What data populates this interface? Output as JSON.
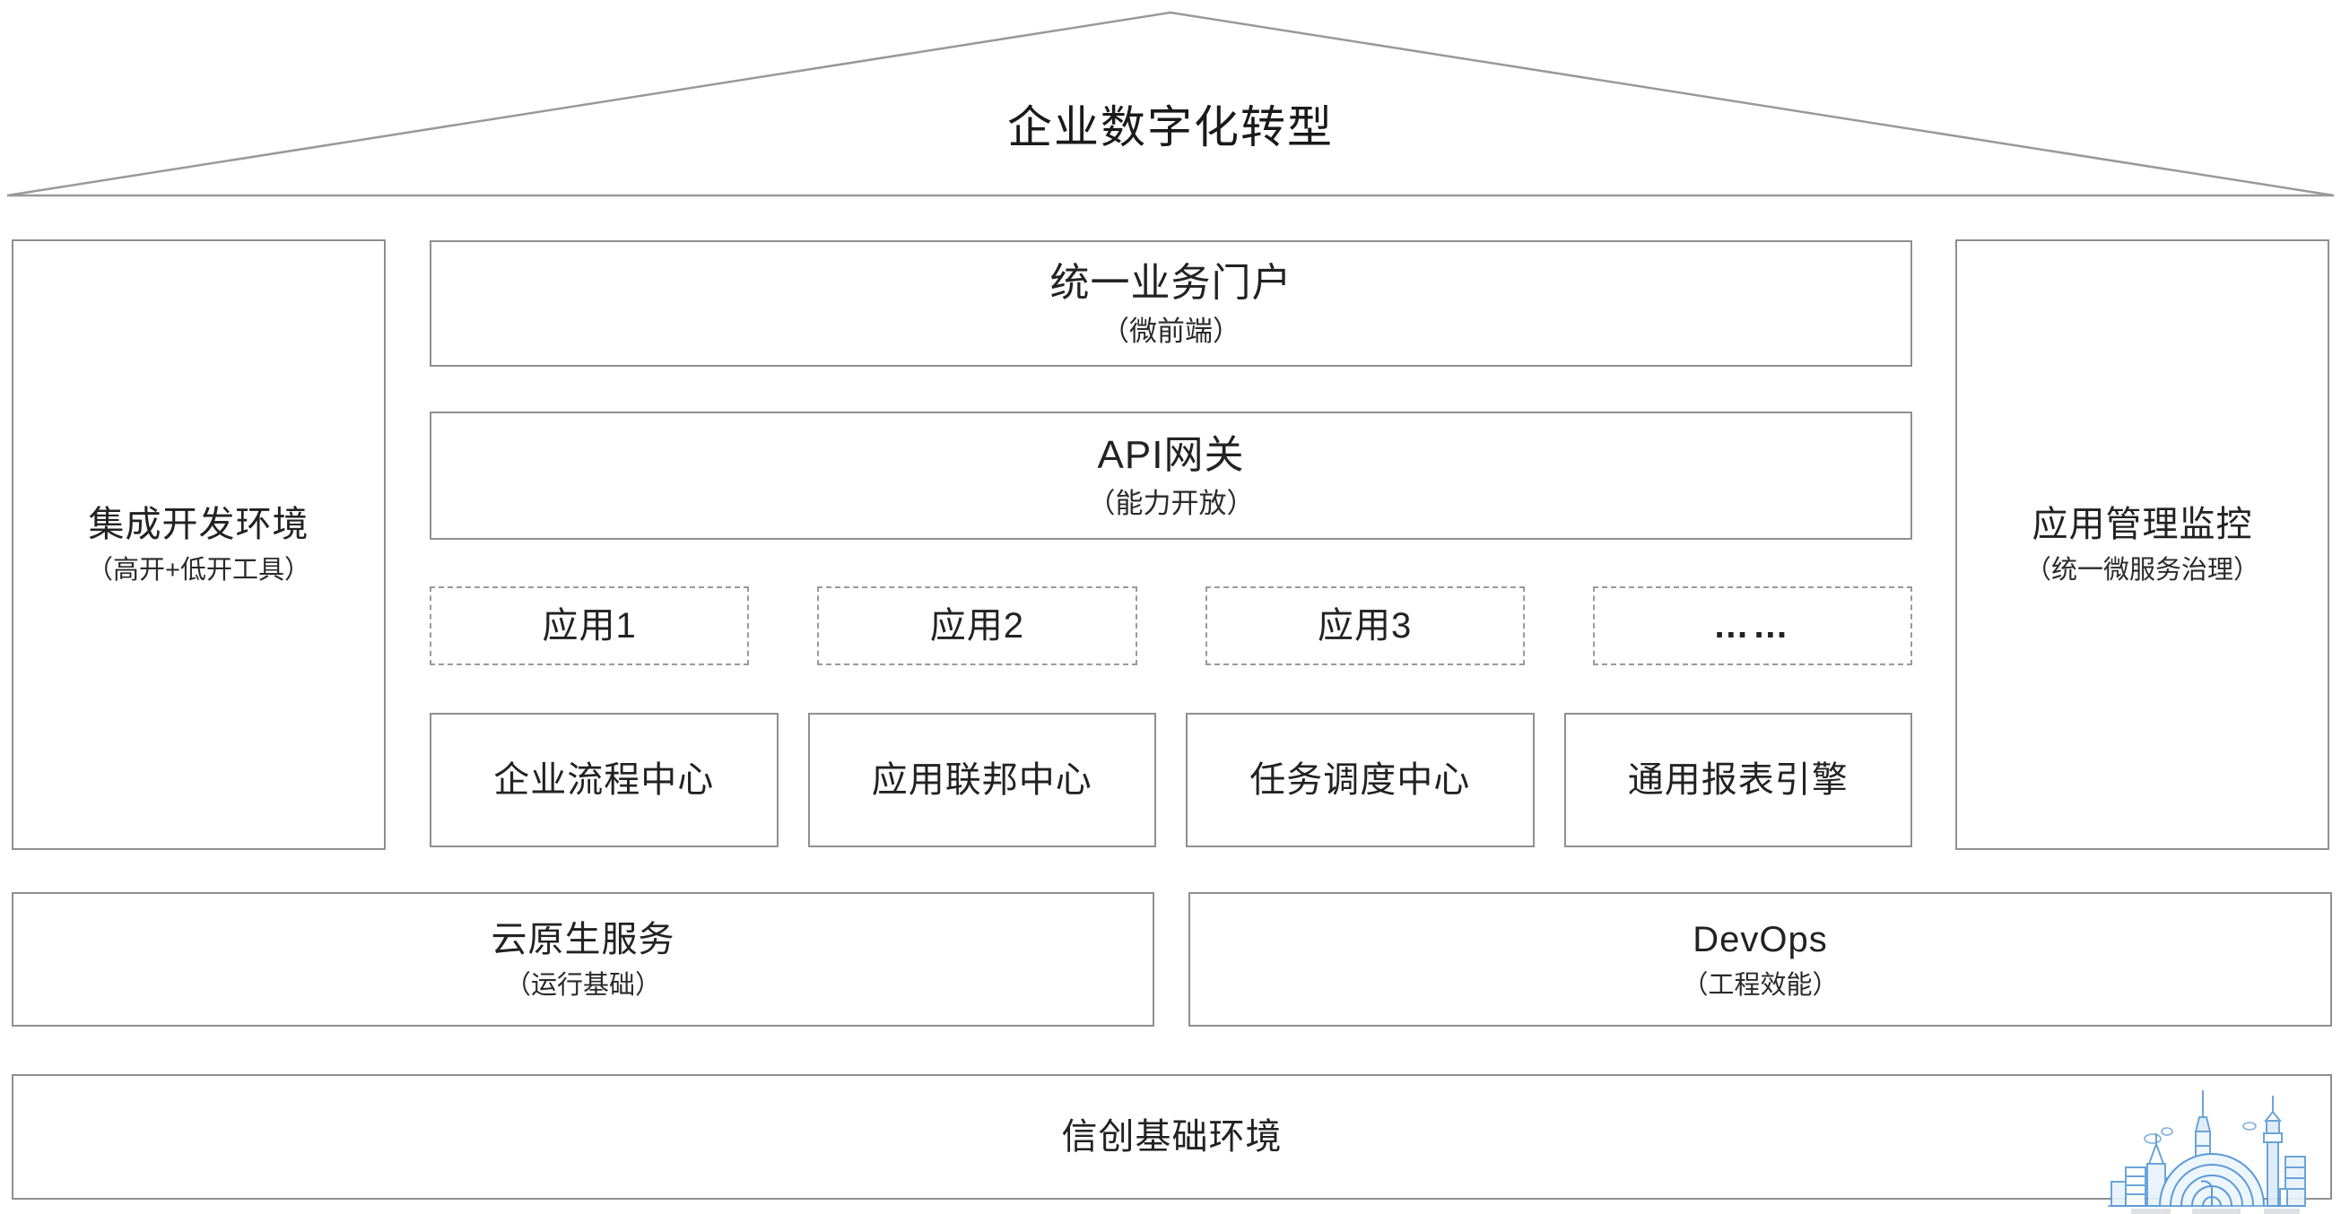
{
  "colors": {
    "background": "#ffffff",
    "box_border": "#8f8f8f",
    "dashed_border": "#9a9a9a",
    "roof_line": "#999999",
    "text": "#1f1f1f",
    "logo_blue": "#5b9bd5"
  },
  "roof": {
    "title": "企业数字化转型"
  },
  "left_column": {
    "title": "集成开发环境",
    "subtitle": "（高开+低开工具）"
  },
  "right_column": {
    "title": "应用管理监控",
    "subtitle": "（统一微服务治理）"
  },
  "middle": {
    "portal": {
      "title": "统一业务门户",
      "subtitle": "（微前端）"
    },
    "gateway": {
      "title": "API网关",
      "subtitle": "（能力开放）"
    },
    "apps": [
      {
        "label": "应用1"
      },
      {
        "label": "应用2"
      },
      {
        "label": "应用3"
      },
      {
        "label": "……"
      }
    ],
    "centers": [
      {
        "label": "企业流程中心"
      },
      {
        "label": "应用联邦中心"
      },
      {
        "label": "任务调度中心"
      },
      {
        "label": "通用报表引擎"
      }
    ]
  },
  "platform_row": {
    "cloud_native": {
      "title": "云原生服务",
      "subtitle": "（运行基础）"
    },
    "devops": {
      "title": "DevOps",
      "subtitle": "（工程效能）"
    }
  },
  "base_row": {
    "title": "信创基础环境"
  },
  "logo": {
    "name": "city-skyline-watermark"
  }
}
